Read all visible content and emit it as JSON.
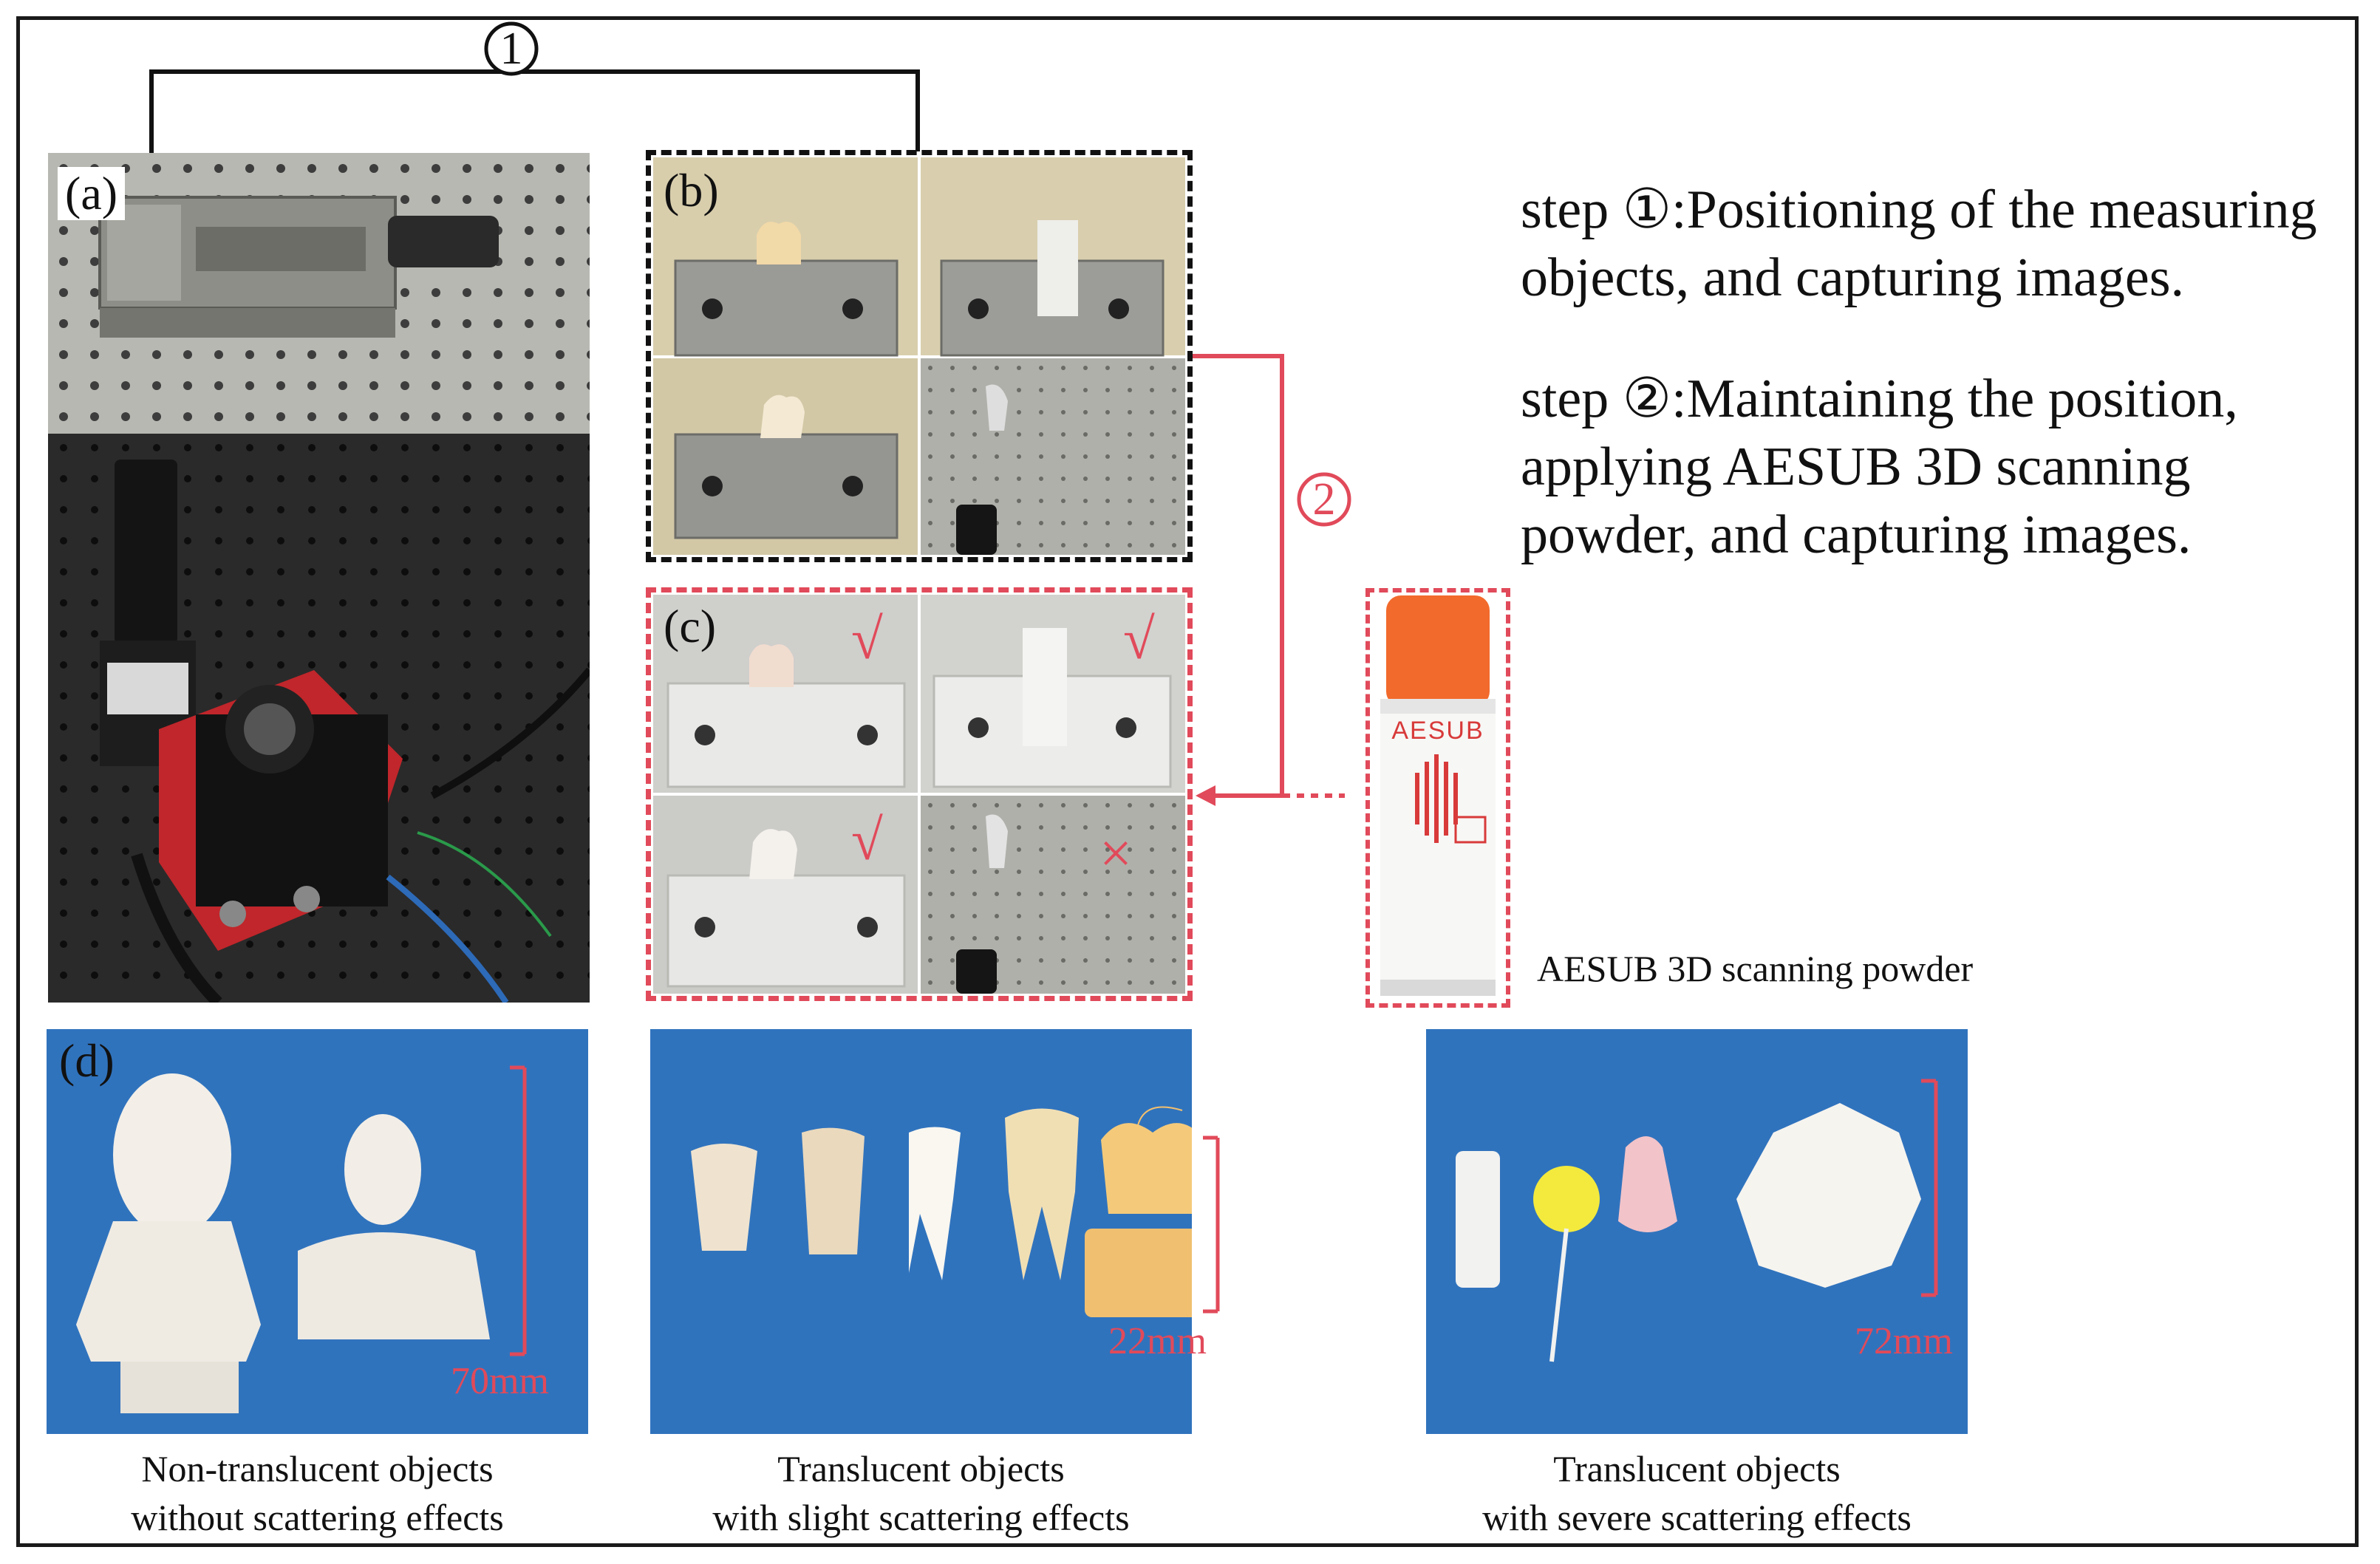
{
  "arrows": {
    "step1_marker": "①",
    "step2_marker": "②"
  },
  "panels": {
    "a": {
      "label": "(a)"
    },
    "b": {
      "label": "(b)"
    },
    "c": {
      "label": "(c)",
      "marks": [
        "√",
        "√",
        "√",
        "×"
      ]
    },
    "d": {
      "label": "(d)"
    }
  },
  "steps": {
    "step1_line1": "step ①:Positioning of the measuring",
    "step1_line2": "objects, and capturing images.",
    "step2_line1": "step ②:Maintaining the position,",
    "step2_line2": "applying AESUB 3D scanning",
    "step2_line3": "powder, and capturing images."
  },
  "spray": {
    "brand": "AESUB",
    "caption": "AESUB 3D scanning powder"
  },
  "groups": [
    {
      "scale": "70mm",
      "caption_line1": "Non-translucent objects",
      "caption_line2": "without scattering effects"
    },
    {
      "scale": "22mm",
      "caption_line1": "Translucent objects",
      "caption_line2": "with slight scattering effects"
    },
    {
      "scale": "72mm",
      "caption_line1": "Translucent objects",
      "caption_line2": "with severe scattering effects"
    }
  ],
  "colors": {
    "accent_red": "#e14a5a",
    "photo_blue": "#2f6fb8",
    "vise_gray": "#9a9a96"
  }
}
